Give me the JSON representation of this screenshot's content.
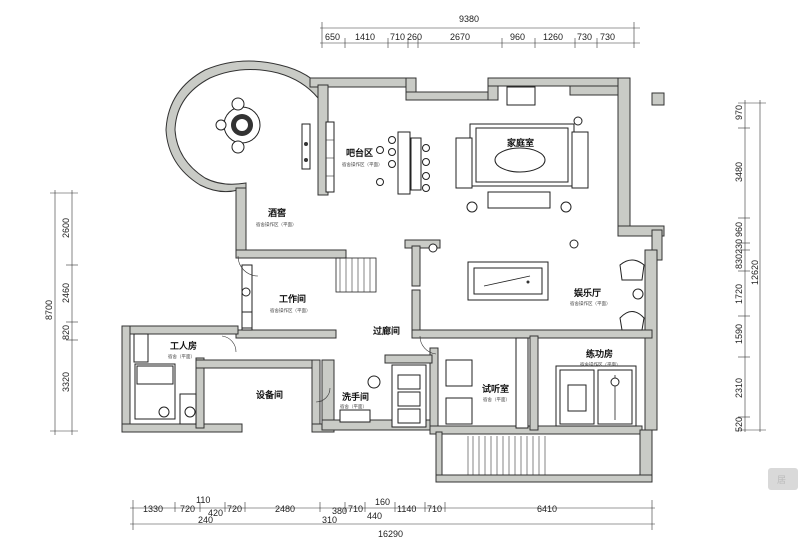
{
  "dimensions": {
    "top_total": "9380",
    "top_segments": [
      "650",
      "1410",
      "710",
      "260",
      "2670",
      "960",
      "1260",
      "730",
      "730"
    ],
    "bottom_row1": [
      "1330",
      "110",
      "720",
      "420",
      "720",
      "2480",
      "380",
      "710",
      "160",
      "1140",
      "710",
      "6410"
    ],
    "bottom_row2": [
      "240",
      "310",
      "440"
    ],
    "bottom_total": "16290",
    "left_segments": [
      "2600",
      "2460",
      "820",
      "3320"
    ],
    "left_total": "8700",
    "right_segments": [
      "970",
      "3480",
      "960",
      "230",
      "830",
      "1720",
      "1590",
      "2310",
      "520"
    ],
    "right_total": "12620"
  },
  "rooms": {
    "wine_cellar": {
      "name": "酒窖",
      "note": "宿舍操作区（平面）"
    },
    "bar": {
      "name": "吧台区",
      "note": "宿舍操作区（平面）"
    },
    "family_room": {
      "name": "家庭室"
    },
    "study": {
      "name": "工作间",
      "note": "宿舍操作区（平面）"
    },
    "corridor": {
      "name": "过廊间"
    },
    "entertainment": {
      "name": "娱乐厅",
      "note": "宿舍操作区（平面）"
    },
    "servant": {
      "name": "工人房",
      "note": "宿舍（平面）"
    },
    "equipment": {
      "name": "设备间"
    },
    "bathroom": {
      "name": "洗手间",
      "note": "宿舍（平面）"
    },
    "audio_room": {
      "name": "试听室",
      "note": "宿舍（平面）"
    },
    "gym": {
      "name": "练功房",
      "note": "宿舍操作区（平面）"
    }
  },
  "watermark": "居"
}
